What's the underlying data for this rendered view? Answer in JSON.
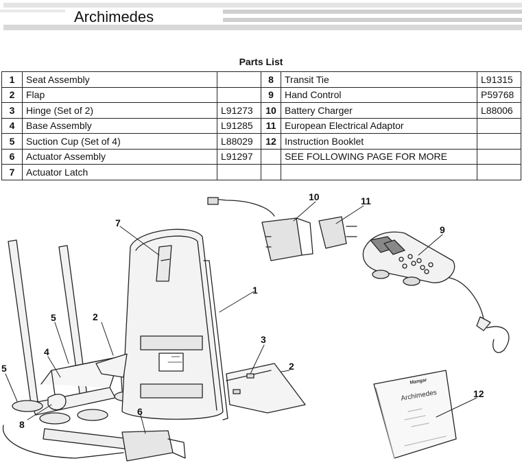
{
  "header": {
    "title": "Archimedes"
  },
  "parts_list": {
    "title": "Parts List",
    "rows": [
      {
        "ln": "1",
        "lname": "Seat  Assembly",
        "lcode": "",
        "rn": "8",
        "rname": "Transit Tie",
        "rcode": "L91315"
      },
      {
        "ln": "2",
        "lname": "Flap",
        "lcode": "",
        "rn": "9",
        "rname": "Hand Control",
        "rcode": "P59768"
      },
      {
        "ln": "3",
        "lname": "Hinge (Set of 2)",
        "lcode": "L91273",
        "rn": "10",
        "rname": "Battery Charger",
        "rcode": "L88006"
      },
      {
        "ln": "4",
        "lname": "Base  Assembly",
        "lcode": "L91285",
        "rn": "11",
        "rname": "European Electrical Adaptor",
        "rcode": ""
      },
      {
        "ln": "5",
        "lname": "Suction Cup (Set of 4)",
        "lcode": "L88029",
        "rn": "12",
        "rname": "Instruction Booklet",
        "rcode": ""
      },
      {
        "ln": "6",
        "lname": "Actuator  Assembly",
        "lcode": "L91297",
        "rn": "",
        "rname": "SEE FOLLOWING PAGE FOR MORE",
        "rcode": ""
      },
      {
        "ln": "7",
        "lname": "Actuator  Latch",
        "lcode": "",
        "rn": "",
        "rname": "",
        "rcode": ""
      }
    ]
  },
  "diagram": {
    "callouts": {
      "c1": "1",
      "c2a": "2",
      "c2b": "2",
      "c3": "3",
      "c4": "4",
      "c5a": "5",
      "c5b": "5",
      "c6": "6",
      "c7": "7",
      "c8": "8",
      "c9": "9",
      "c10": "10",
      "c11": "11",
      "c12": "12"
    },
    "booklet": {
      "brand": "Mangar",
      "title": "Archimedes"
    }
  }
}
